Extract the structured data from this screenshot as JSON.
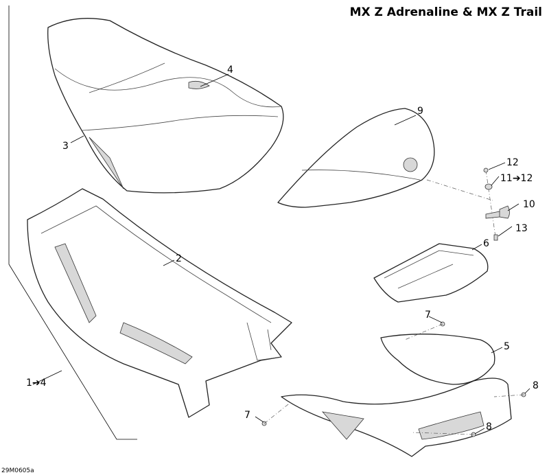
{
  "title": "MX Z Adrenaline & MX Z Trail",
  "diagram_code": "29M0605a",
  "labels": [
    "4",
    "3",
    "9",
    "12",
    "11➔12",
    "10",
    "13",
    "2",
    "6",
    "7",
    "5",
    "8",
    "1➔4",
    "7",
    "8"
  ]
}
